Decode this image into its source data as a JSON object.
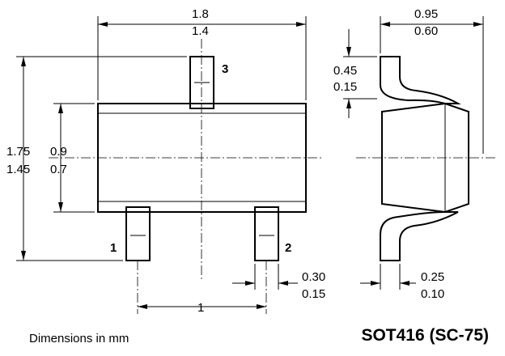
{
  "dimensions": {
    "body_width_max": "1.8",
    "body_width_min": "1.4",
    "side_width_max": "0.95",
    "side_width_min": "0.60",
    "lead_thick_max": "0.45",
    "lead_thick_min": "0.15",
    "overall_height_max": "1.75",
    "overall_height_min": "1.45",
    "body_height_max": "0.9",
    "body_height_min": "0.7",
    "lead_width_max": "0.30",
    "lead_width_min": "0.15",
    "lead_plate_max": "0.25",
    "lead_plate_min": "0.10",
    "pitch": "1"
  },
  "pins": {
    "p1": "1",
    "p2": "2",
    "p3": "3"
  },
  "caption": "Dimensions in mm",
  "package_name": "SOT416 (SC-75)"
}
